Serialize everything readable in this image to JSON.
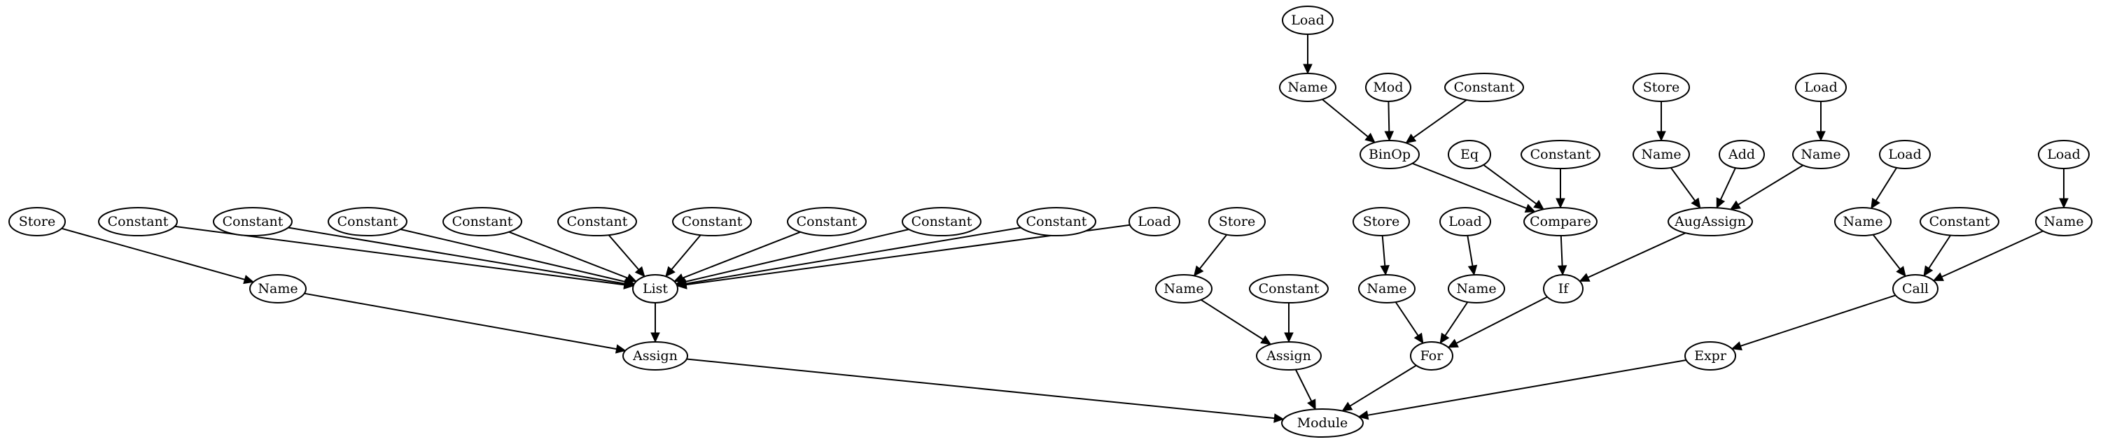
{
  "diagram": {
    "nodes": [
      {
        "id": "load_a",
        "label": "Load"
      },
      {
        "id": "name_a",
        "label": "Name"
      },
      {
        "id": "mod",
        "label": "Mod"
      },
      {
        "id": "const_a",
        "label": "Constant"
      },
      {
        "id": "store_a",
        "label": "Store"
      },
      {
        "id": "load_b",
        "label": "Load"
      },
      {
        "id": "binop",
        "label": "BinOp"
      },
      {
        "id": "eq",
        "label": "Eq"
      },
      {
        "id": "const_b",
        "label": "Constant"
      },
      {
        "id": "name_b",
        "label": "Name"
      },
      {
        "id": "add",
        "label": "Add"
      },
      {
        "id": "name_c",
        "label": "Name"
      },
      {
        "id": "load_c",
        "label": "Load"
      },
      {
        "id": "load_d",
        "label": "Load"
      },
      {
        "id": "store_l",
        "label": "Store"
      },
      {
        "id": "c1",
        "label": "Constant"
      },
      {
        "id": "c2",
        "label": "Constant"
      },
      {
        "id": "c3",
        "label": "Constant"
      },
      {
        "id": "c4",
        "label": "Constant"
      },
      {
        "id": "c5",
        "label": "Constant"
      },
      {
        "id": "c6",
        "label": "Constant"
      },
      {
        "id": "c7",
        "label": "Constant"
      },
      {
        "id": "c8",
        "label": "Constant"
      },
      {
        "id": "c9",
        "label": "Constant"
      },
      {
        "id": "load_l",
        "label": "Load"
      },
      {
        "id": "store_m",
        "label": "Store"
      },
      {
        "id": "store_f",
        "label": "Store"
      },
      {
        "id": "load_f",
        "label": "Load"
      },
      {
        "id": "compare",
        "label": "Compare"
      },
      {
        "id": "augassign",
        "label": "AugAssign"
      },
      {
        "id": "name_d",
        "label": "Name"
      },
      {
        "id": "const_c",
        "label": "Constant"
      },
      {
        "id": "name_e",
        "label": "Name"
      },
      {
        "id": "name_l",
        "label": "Name"
      },
      {
        "id": "list",
        "label": "List"
      },
      {
        "id": "name_m",
        "label": "Name"
      },
      {
        "id": "const_m",
        "label": "Constant"
      },
      {
        "id": "name_f1",
        "label": "Name"
      },
      {
        "id": "name_f2",
        "label": "Name"
      },
      {
        "id": "if",
        "label": "If"
      },
      {
        "id": "call",
        "label": "Call"
      },
      {
        "id": "assign_l",
        "label": "Assign"
      },
      {
        "id": "assign_m",
        "label": "Assign"
      },
      {
        "id": "for",
        "label": "For"
      },
      {
        "id": "expr",
        "label": "Expr"
      },
      {
        "id": "module",
        "label": "Module"
      }
    ],
    "edges": [
      [
        "load_a",
        "name_a"
      ],
      [
        "name_a",
        "binop"
      ],
      [
        "mod",
        "binop"
      ],
      [
        "const_a",
        "binop"
      ],
      [
        "binop",
        "compare"
      ],
      [
        "eq",
        "compare"
      ],
      [
        "const_b",
        "compare"
      ],
      [
        "store_a",
        "name_b"
      ],
      [
        "name_b",
        "augassign"
      ],
      [
        "add",
        "augassign"
      ],
      [
        "load_b",
        "name_c"
      ],
      [
        "name_c",
        "augassign"
      ],
      [
        "compare",
        "if"
      ],
      [
        "augassign",
        "if"
      ],
      [
        "load_c",
        "name_d"
      ],
      [
        "load_d",
        "name_e"
      ],
      [
        "name_d",
        "call"
      ],
      [
        "const_c",
        "call"
      ],
      [
        "name_e",
        "call"
      ],
      [
        "store_l",
        "name_l"
      ],
      [
        "c1",
        "list"
      ],
      [
        "c2",
        "list"
      ],
      [
        "c3",
        "list"
      ],
      [
        "c4",
        "list"
      ],
      [
        "c5",
        "list"
      ],
      [
        "c6",
        "list"
      ],
      [
        "c7",
        "list"
      ],
      [
        "c8",
        "list"
      ],
      [
        "c9",
        "list"
      ],
      [
        "load_l",
        "list"
      ],
      [
        "list",
        "assign_l"
      ],
      [
        "name_l",
        "assign_l"
      ],
      [
        "store_m",
        "name_m"
      ],
      [
        "name_m",
        "assign_m"
      ],
      [
        "const_m",
        "assign_m"
      ],
      [
        "store_f",
        "name_f1"
      ],
      [
        "load_f",
        "name_f2"
      ],
      [
        "name_f1",
        "for"
      ],
      [
        "name_f2",
        "for"
      ],
      [
        "if",
        "for"
      ],
      [
        "call",
        "expr"
      ],
      [
        "assign_l",
        "module"
      ],
      [
        "assign_m",
        "module"
      ],
      [
        "for",
        "module"
      ],
      [
        "expr",
        "module"
      ]
    ]
  }
}
